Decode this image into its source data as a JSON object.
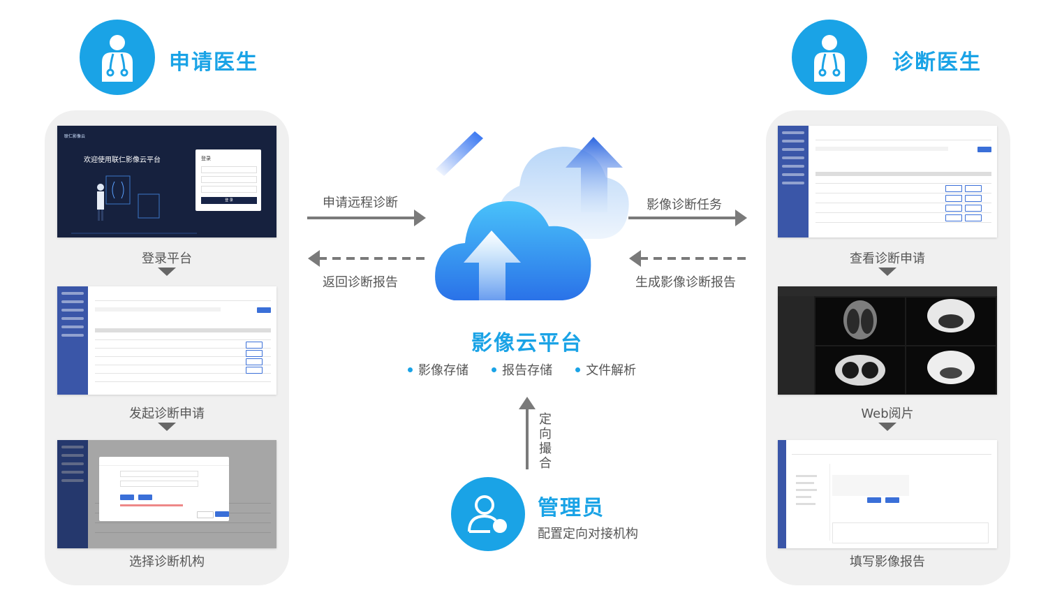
{
  "requester": {
    "title": "申请医生",
    "icon": "doctor-icon"
  },
  "diagnoser": {
    "title": "诊断医生",
    "icon": "doctor-icon"
  },
  "left_steps": [
    {
      "caption": "登录平台"
    },
    {
      "caption": "发起诊断申请"
    },
    {
      "caption": "选择诊断机构"
    }
  ],
  "right_steps": [
    {
      "caption": "查看诊断申请"
    },
    {
      "caption": "Web阅片"
    },
    {
      "caption": "填写影像报告"
    }
  ],
  "login_screen": {
    "brand": "联仁影像云",
    "welcome": "欢迎使用联仁影像云平台",
    "form_title": "登录",
    "submit": "登 录"
  },
  "flows": {
    "left_forward": "申请远程诊断",
    "left_back": "返回诊断报告",
    "right_forward": "影像诊断任务",
    "right_back": "生成影像诊断报告",
    "admin_up": [
      "定",
      "向",
      "撮",
      "合"
    ]
  },
  "platform": {
    "title": "影像云平台",
    "features": [
      "影像存储",
      "报告存储",
      "文件解析"
    ]
  },
  "admin": {
    "title": "管理员",
    "subtitle": "配置定向对接机构",
    "icon": "admin-user-icon"
  },
  "colors": {
    "accent": "#1aa3e6",
    "nav": "#3a56a8",
    "arrow": "#7a7a7a"
  }
}
